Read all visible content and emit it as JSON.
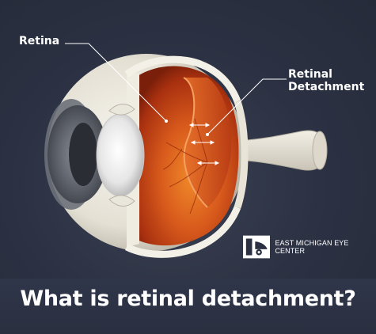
{
  "labels": {
    "retina": "Retina",
    "detachment_line1": "Retinal",
    "detachment_line2": "Detachment"
  },
  "brand": {
    "name": "EAST MICHIGAN EYE CENTER"
  },
  "headline": "What is retinal detachment?",
  "colors": {
    "background": "#2b3142",
    "sclera": "#e9e6dc",
    "retina": "#c4481a",
    "detached_retina": "#d2571f",
    "iris": "#6a6f78",
    "text": "#ffffff"
  }
}
